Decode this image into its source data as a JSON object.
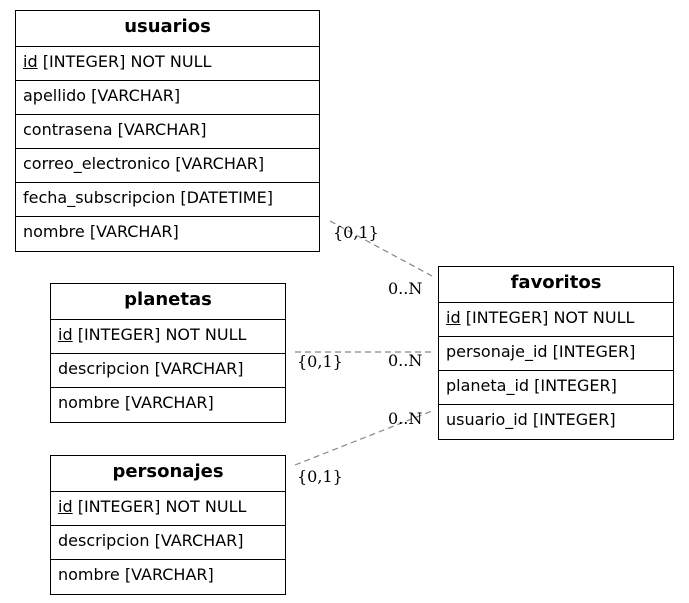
{
  "tables": {
    "usuarios": {
      "title": "usuarios",
      "pk": "id",
      "pk_rest": " [INTEGER] NOT NULL",
      "fields": [
        "apellido [VARCHAR]",
        "contrasena [VARCHAR]",
        "correo_electronico [VARCHAR]",
        "fecha_subscripcion [DATETIME]",
        "nombre [VARCHAR]"
      ]
    },
    "planetas": {
      "title": "planetas",
      "pk": "id",
      "pk_rest": " [INTEGER] NOT NULL",
      "fields": [
        "descripcion [VARCHAR]",
        "nombre [VARCHAR]"
      ]
    },
    "personajes": {
      "title": "personajes",
      "pk": "id",
      "pk_rest": " [INTEGER] NOT NULL",
      "fields": [
        "descripcion [VARCHAR]",
        "nombre [VARCHAR]"
      ]
    },
    "favoritos": {
      "title": "favoritos",
      "pk": "id",
      "pk_rest": " [INTEGER] NOT NULL",
      "fields": [
        "personaje_id [INTEGER]",
        "planeta_id [INTEGER]",
        "usuario_id [INTEGER]"
      ]
    }
  },
  "relations": [
    {
      "from": "usuarios",
      "to": "favoritos",
      "from_card": "{0,1}",
      "to_card": "0..N"
    },
    {
      "from": "planetas",
      "to": "favoritos",
      "from_card": "{0,1}",
      "to_card": "0..N"
    },
    {
      "from": "personajes",
      "to": "favoritos",
      "from_card": "{0,1}",
      "to_card": "0..N"
    }
  ],
  "colors": {
    "border": "#000000",
    "edge": "#888888",
    "background": "#ffffff"
  }
}
